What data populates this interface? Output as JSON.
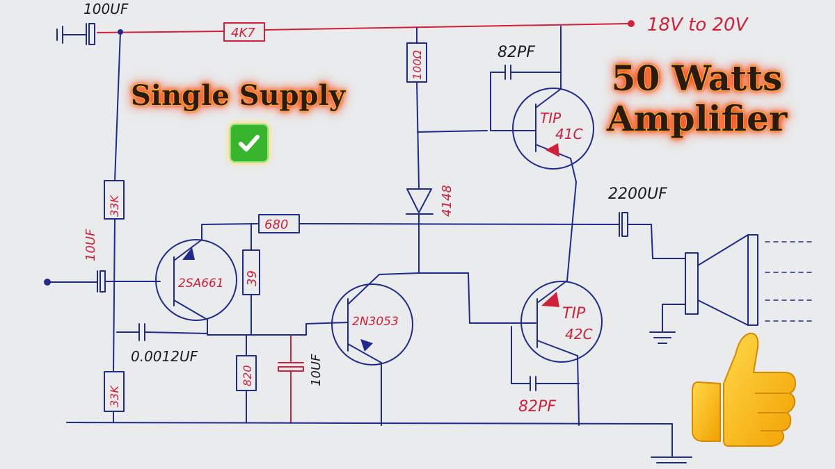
{
  "titles": {
    "single_supply": "Single Supply",
    "watts_line1": "50 Watts",
    "watts_line2": "Amplifier"
  },
  "supply": {
    "voltage": "18V to 20V"
  },
  "components": {
    "c_input": "10UF",
    "c_filter": "100UF",
    "r_4k7": "4K7",
    "r_100": "100Ω",
    "r_33k_top": "33K",
    "r_33k_bottom": "33K",
    "r_680": "680",
    "r_39": "39",
    "r_820": "820",
    "c_0012": "0.0012UF",
    "c_10uf_bottom": "10UF",
    "c_82pf_top": "82PF",
    "c_82pf_bottom": "82PF",
    "c_output": "2200UF",
    "diode": "4148",
    "q1": "2SA661",
    "q2": "2N3053",
    "q3_line1": "TIP",
    "q3_line2": "41C",
    "q4_line1": "TIP",
    "q4_line2": "42C"
  },
  "colors": {
    "wire_blue": "#1f2a8c",
    "wire_red": "#d0203a",
    "label_red": "#d0203a"
  }
}
